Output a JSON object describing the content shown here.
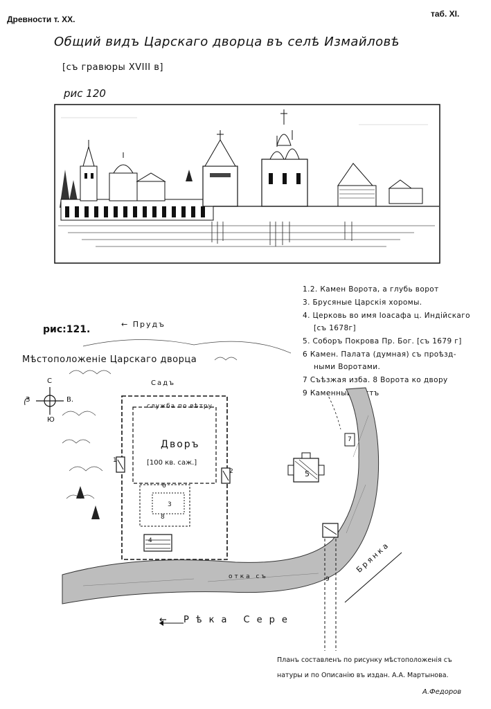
{
  "header": {
    "left": "Древности т. XX.",
    "right": "таб. XI."
  },
  "title": {
    "line1": "Общий видъ Царскаго дворца въ селѣ Измайловѣ",
    "line2": "[съ гравюры XVIII в]"
  },
  "figure1": {
    "label": "рис 120"
  },
  "figure2": {
    "label": "рис:121.",
    "heading": "Мѣстоположеніе Царскаго дворца",
    "pond": "← Прудъ",
    "garden": "Садъ",
    "courtyard": "Дворъ",
    "courtyard_size": "[100 кв. саж.]",
    "service_label": "служба по вѣтру",
    "river": "← Рѣка Сере",
    "stream": "Брянка",
    "canal": "отка съ",
    "compass": {
      "n": "С",
      "s": "Ю",
      "w": "З",
      "e": "В."
    },
    "numbers": {
      "n1": "1",
      "n2": "2",
      "n3": "3",
      "n4": "4",
      "n5": "5",
      "n6": "6",
      "n7": "7",
      "n8": "8",
      "n9": "9"
    }
  },
  "legend": [
    "1.2. Камен Ворота, а глубь ворот",
    "3. Брусяные Царскія хоромы.",
    "4. Церковь во имя Іоасафа ц. Индійскаго",
    "[съ 1678г]",
    "5. Соборъ Покрова Пр. Бог. [съ 1679 г]",
    "6 Камен. Палата (думная) съ проѣзд-",
    "ными Воротами.",
    "7 Съѣзжая изба. 8 Ворота ко двору",
    "9 Каменный мостъ"
  ],
  "footer": {
    "line1": "Планъ составленъ по рисунку мѣстоположенія съ",
    "line2": "натуры и по Описанію въ издан. А.А. Мартынова.",
    "signature": "А.Федоров"
  }
}
